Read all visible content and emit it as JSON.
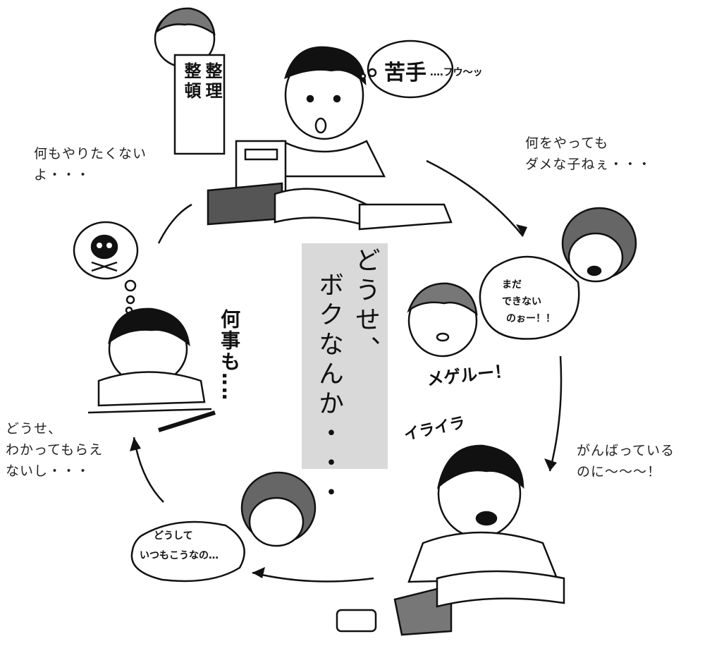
{
  "center": {
    "line1": "どうせ、",
    "line2": "ボクなんか・・・"
  },
  "captions": {
    "top_left_1": "何もやりたくない",
    "top_left_2": "よ・・・",
    "top_right_1": "何をやっても",
    "top_right_2": "ダメな子ねぇ・・・",
    "right_1": "がんばっている",
    "right_2": "のに〜〜〜！",
    "left_1": "どうせ、",
    "left_2": "わかってもらえ",
    "left_3": "ないし・・・"
  },
  "sign": {
    "col1": "整理",
    "col2": "整頓"
  },
  "handwritten": {
    "nigate": "苦手",
    "sigh": "‥‥フウ〜ッ",
    "nanigotomo": "何事も‥‥",
    "megeru": "メゲルー！",
    "iraira": "イライラ"
  },
  "bubbles": {
    "mother_1": "まだ",
    "mother_2": "できない",
    "mother_3": "のぉー！！",
    "lower_1": "どうして",
    "lower_2": "いつもこうなの…"
  },
  "icons": [
    "skull-thought-icon"
  ]
}
